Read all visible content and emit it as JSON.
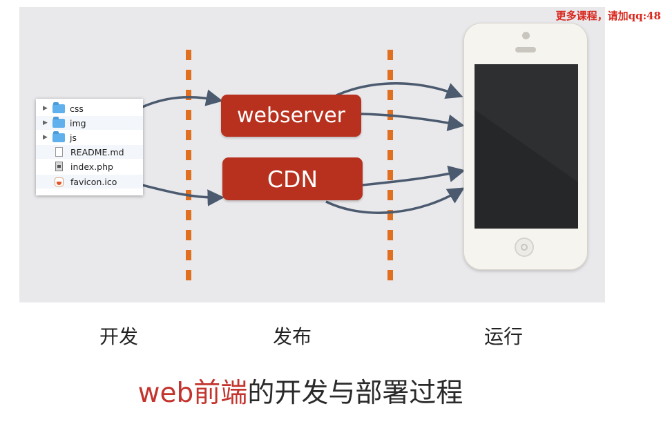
{
  "watermark": "更多课程，请加qq:48",
  "files": [
    {
      "name": "css",
      "kind": "folder",
      "expandable": true
    },
    {
      "name": "img",
      "kind": "folder",
      "expandable": true
    },
    {
      "name": "js",
      "kind": "folder",
      "expandable": true
    },
    {
      "name": "README.md",
      "kind": "document",
      "expandable": false
    },
    {
      "name": "index.php",
      "kind": "php-file",
      "expandable": false
    },
    {
      "name": "favicon.ico",
      "kind": "icon-file",
      "expandable": false
    }
  ],
  "servers": {
    "webserver": "webserver",
    "cdn": "CDN"
  },
  "stages": {
    "develop": "开发",
    "publish": "发布",
    "run": "运行"
  },
  "caption": {
    "highlight": "web前端",
    "rest": "的开发与部署过程"
  },
  "colors": {
    "server_box": "#b8311e",
    "divider": "#e06f1f",
    "arrow": "#4b5a6e",
    "caption_accent": "#c3342e",
    "watermark": "#d9281e",
    "slide_background": "#e9e9ec"
  }
}
